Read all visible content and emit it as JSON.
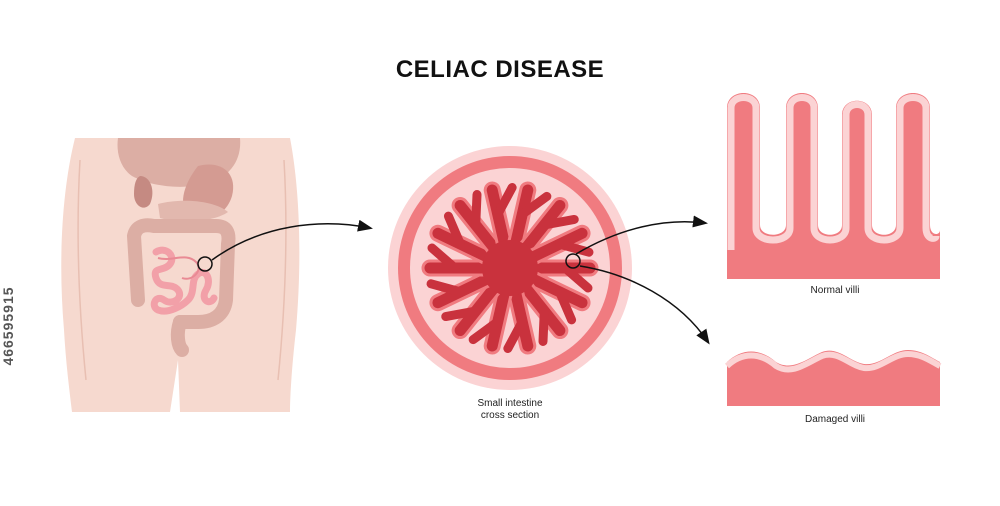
{
  "title": "CELIAC DISEASE",
  "stock_id": "466595915",
  "panels": {
    "body": {
      "icon": "torso-with-intestines"
    },
    "cross_section": {
      "caption_line1": "Small intestine",
      "caption_line2": "cross section",
      "icon": "intestine-cross-section"
    },
    "normal": {
      "caption": "Normal villi",
      "icon": "normal-villi"
    },
    "damaged": {
      "caption": "Damaged villi",
      "icon": "damaged-villi"
    }
  },
  "colors": {
    "skin": "#f6d9cf",
    "organ": "#dcaea4",
    "intestine": "#f2a0a8",
    "tissue": "#f07b80",
    "tissue_dark": "#c9323d",
    "villi_light": "#fbd3d4",
    "arrow": "#111111"
  }
}
